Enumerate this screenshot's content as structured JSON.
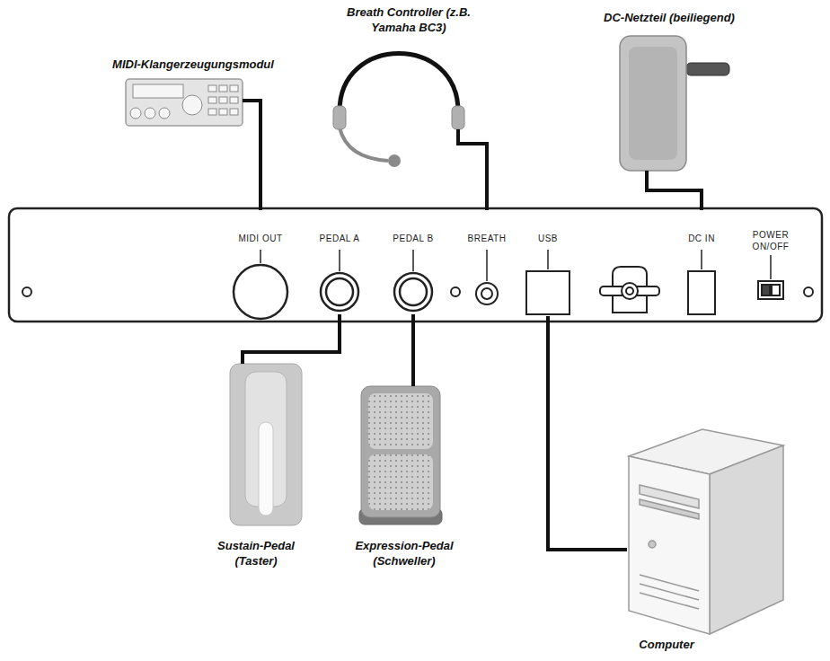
{
  "diagram": {
    "nodes": [
      {
        "text": [
          "MIDI-Klangerzeugungsmodul"
        ]
      },
      {
        "text": [
          "Breath Controller (z.B. Yamaha BC3)"
        ]
      },
      {
        "text": [
          "DC-Netzteil (beiliegend)"
        ]
      },
      {
        "text": [
          "MIDI OUT"
        ]
      },
      {
        "text": [
          "PEDAL A"
        ]
      },
      {
        "text": [
          "PEDAL B"
        ]
      },
      {
        "text": [
          "BREATH"
        ]
      },
      {
        "text": [
          "USB"
        ]
      },
      {
        "text": [
          "DC IN"
        ]
      },
      {
        "text": [
          "POWER ON/OFF"
        ]
      },
      {
        "text": [
          "Sustain-Pedal (Taster)"
        ]
      },
      {
        "text": [
          "Expression-Pedal (Schweller)"
        ]
      },
      {
        "text": [
          "Computer"
        ]
      }
    ],
    "edges": [
      {
        "from": 0,
        "to": 3,
        "arrow": "none"
      },
      {
        "from": 1,
        "to": 6,
        "arrow": "none"
      },
      {
        "from": 2,
        "to": 8,
        "arrow": "none"
      },
      {
        "from": 10,
        "to": 4,
        "arrow": "none"
      },
      {
        "from": 11,
        "to": 5,
        "arrow": "none"
      },
      {
        "from": 12,
        "to": 7,
        "arrow": "none"
      }
    ]
  }
}
